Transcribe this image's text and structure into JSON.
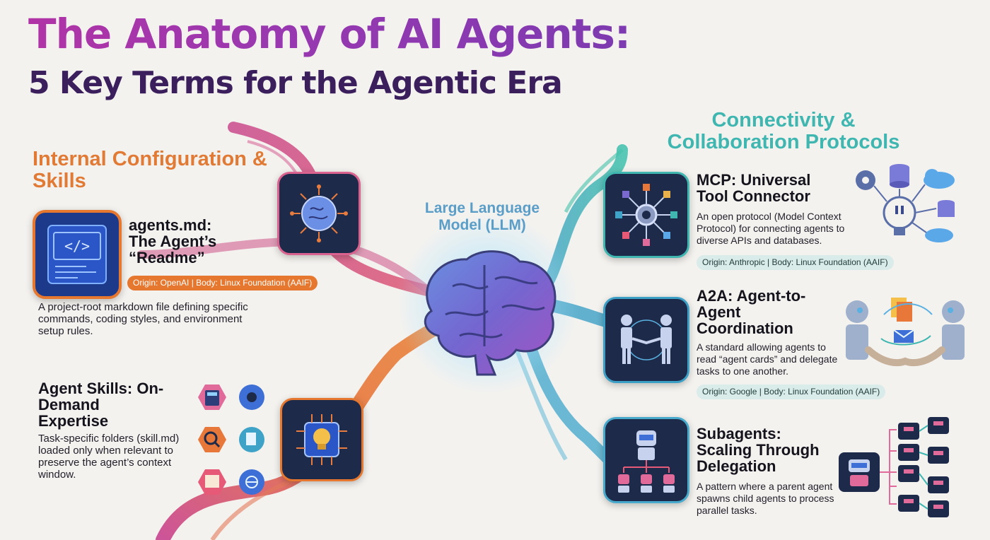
{
  "title": {
    "main": "The Anatomy of AI Agents:",
    "sub": "5 Key Terms for the Agentic Era"
  },
  "sections": {
    "left": "Internal Configuration & Skills",
    "right": "Connectivity & Collaboration Protocols"
  },
  "center_label": "Large Language Model (LLM)",
  "terms": {
    "agents_md": {
      "heading": "agents.md: The Agent’s “Readme”",
      "description": "A project-root markdown file defining specific commands, coding styles, and environment setup rules.",
      "origin": "Origin: OpenAI | Body: Linux Foundation (AAIF)"
    },
    "agent_skills": {
      "heading": "Agent Skills: On-Demand Expertise",
      "description": "Task-specific folders (skill.md) loaded only when relevant to preserve the agent’s context window."
    },
    "mcp": {
      "heading": "MCP: Universal Tool Connector",
      "description": "An open protocol (Model Context Protocol) for connecting agents to diverse APIs and databases.",
      "origin": "Origin: Anthropic | Body: Linux Foundation (AAIF)"
    },
    "a2a": {
      "heading": "A2A: Agent-to-Agent Coordination",
      "description": "A standard allowing agents to read “agent cards” and delegate tasks to one another.",
      "origin": "Origin: Google | Body: Linux Foundation (AAIF)"
    },
    "subagents": {
      "heading": "Subagents: Scaling Through Delegation",
      "description": "A pattern where a parent agent spawns child agents to process parallel tasks."
    }
  },
  "colors": {
    "title_magenta": "#b034a6",
    "title_purple": "#3a1f5c",
    "section_orange": "#e07a35",
    "section_teal": "#3fb6b0",
    "llm_blue": "#5a9ec8",
    "tile_navy": "#1e2a4a",
    "pill_orange": "#e6772f",
    "pill_teal": "#d9ece9"
  },
  "icons": [
    "code-file-icon",
    "brain-chip-icon",
    "lightbulb-chip-icon",
    "brain-icon",
    "calculator-icon",
    "gear-icon",
    "magnifier-icon",
    "document-gear-icon",
    "chart-doc-icon",
    "globe-gear-icon",
    "plug-hub-icon",
    "database-icon",
    "cloud-icon",
    "robot-handshake-icon",
    "envelope-icon",
    "robot-icon"
  ]
}
